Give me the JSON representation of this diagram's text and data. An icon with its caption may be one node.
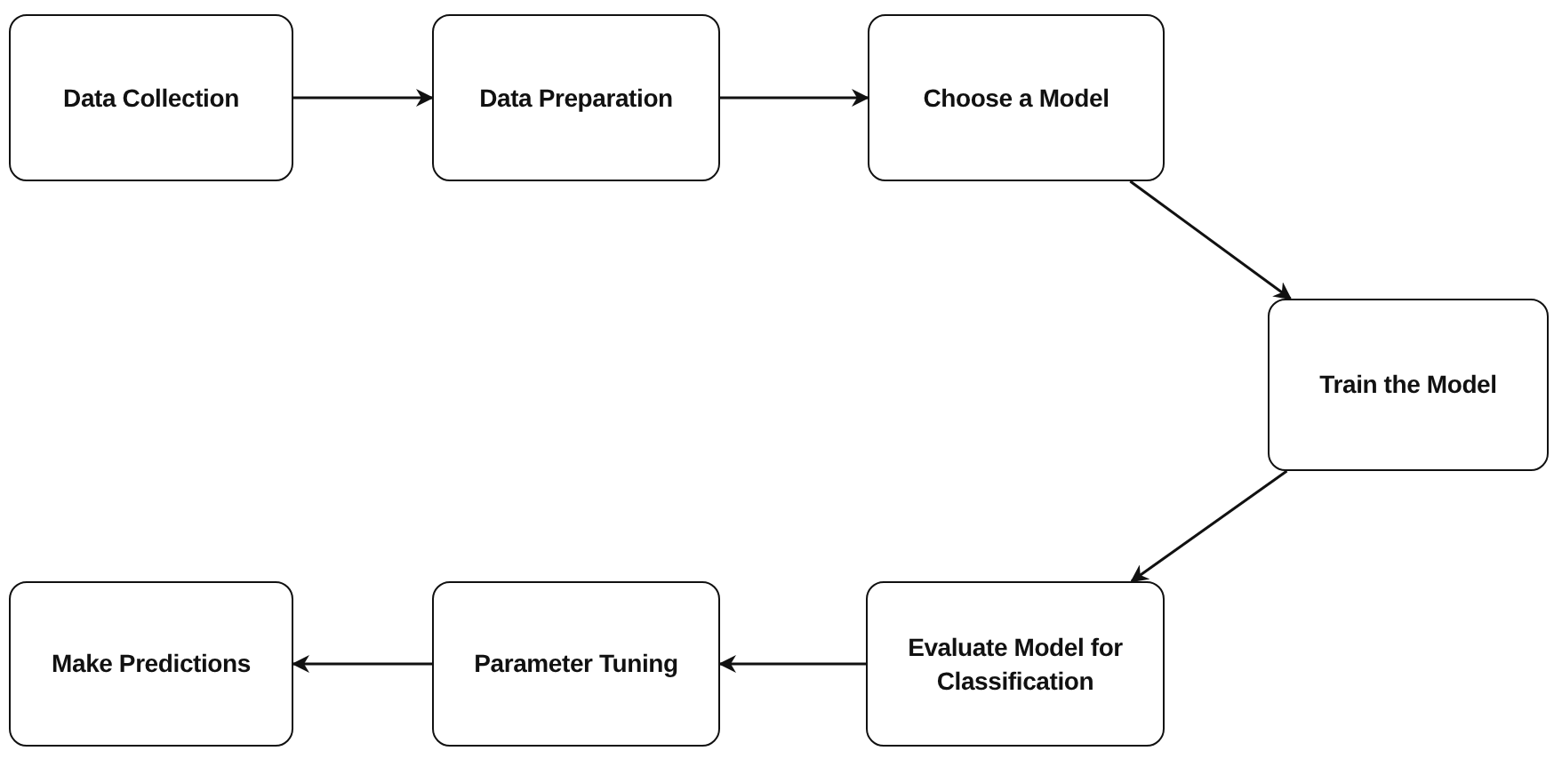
{
  "diagram": {
    "nodes": [
      {
        "text": [
          "Data Collection"
        ]
      },
      {
        "text": [
          "Data Preparation"
        ]
      },
      {
        "text": [
          "Choose a Model"
        ]
      },
      {
        "text": [
          "Train the Model"
        ]
      },
      {
        "text": [
          "Evaluate Model for Classification"
        ]
      },
      {
        "text": [
          "Parameter Tuning"
        ]
      },
      {
        "text": [
          "Make Predictions"
        ]
      }
    ],
    "edges": [
      {
        "from": 0,
        "to": 1,
        "arrow": "to"
      },
      {
        "from": 1,
        "to": 2,
        "arrow": "to"
      },
      {
        "from": 2,
        "to": 3,
        "arrow": "to"
      },
      {
        "from": 3,
        "to": 4,
        "arrow": "to"
      },
      {
        "from": 4,
        "to": 5,
        "arrow": "to"
      },
      {
        "from": 5,
        "to": 6,
        "arrow": "to"
      }
    ]
  }
}
